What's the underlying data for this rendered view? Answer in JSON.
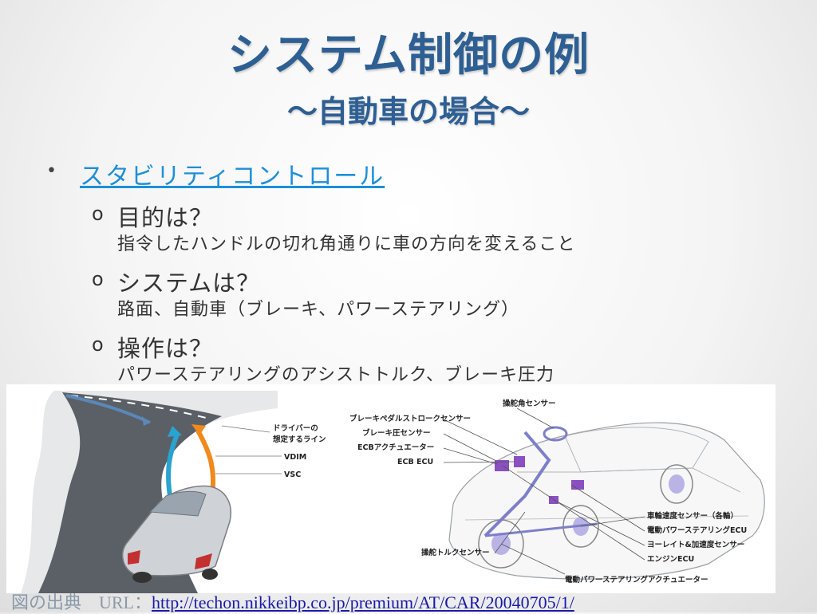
{
  "slide": {
    "title": "システム制御の例",
    "subtitle": "～自動車の場合～"
  },
  "bullet": {
    "label": "スタビリティコントロール",
    "marker": "•"
  },
  "items": [
    {
      "marker": "o",
      "question": "目的は？",
      "answer": "指令したハンドルの切れ角通りに車の方向を変えること"
    },
    {
      "marker": "o",
      "question": "システムは？",
      "answer": "路面、自動車（ブレーキ、パワーステアリング）"
    },
    {
      "marker": "o",
      "question": "操作は？",
      "answer": "パワーステアリングのアシストトルク、ブレーキ圧力"
    }
  ],
  "figure": {
    "road_labels": [
      "ドライバーの",
      "想定するライン",
      "VDIM",
      "VSC"
    ],
    "car_labels_left": [
      "ブレーキペダルストロークセンサー",
      "ブレーキ圧センサー",
      "ECBアクチュエーター",
      "ECB ECU",
      "操舵トルクセンサー"
    ],
    "car_labels_top": "操舵角センサー",
    "car_labels_right": [
      "車輪速度センサー（各輪）",
      "電動パワーステアリングECU",
      "ヨーレイト&加速度センサー",
      "エンジンECU",
      "電動パワーステアリングアクチュエーター"
    ],
    "colors": {
      "driver_line": "#5a88b8",
      "vdim_line": "#29a3cf",
      "vsc_line": "#f08a1c",
      "road": "#555a60",
      "component": "#8a4fc0"
    }
  },
  "caption": {
    "prefix": "図の出典　URL：",
    "url": "http://techon.nikkeibp.co.jp/premium/AT/CAR/20040705/1/"
  }
}
